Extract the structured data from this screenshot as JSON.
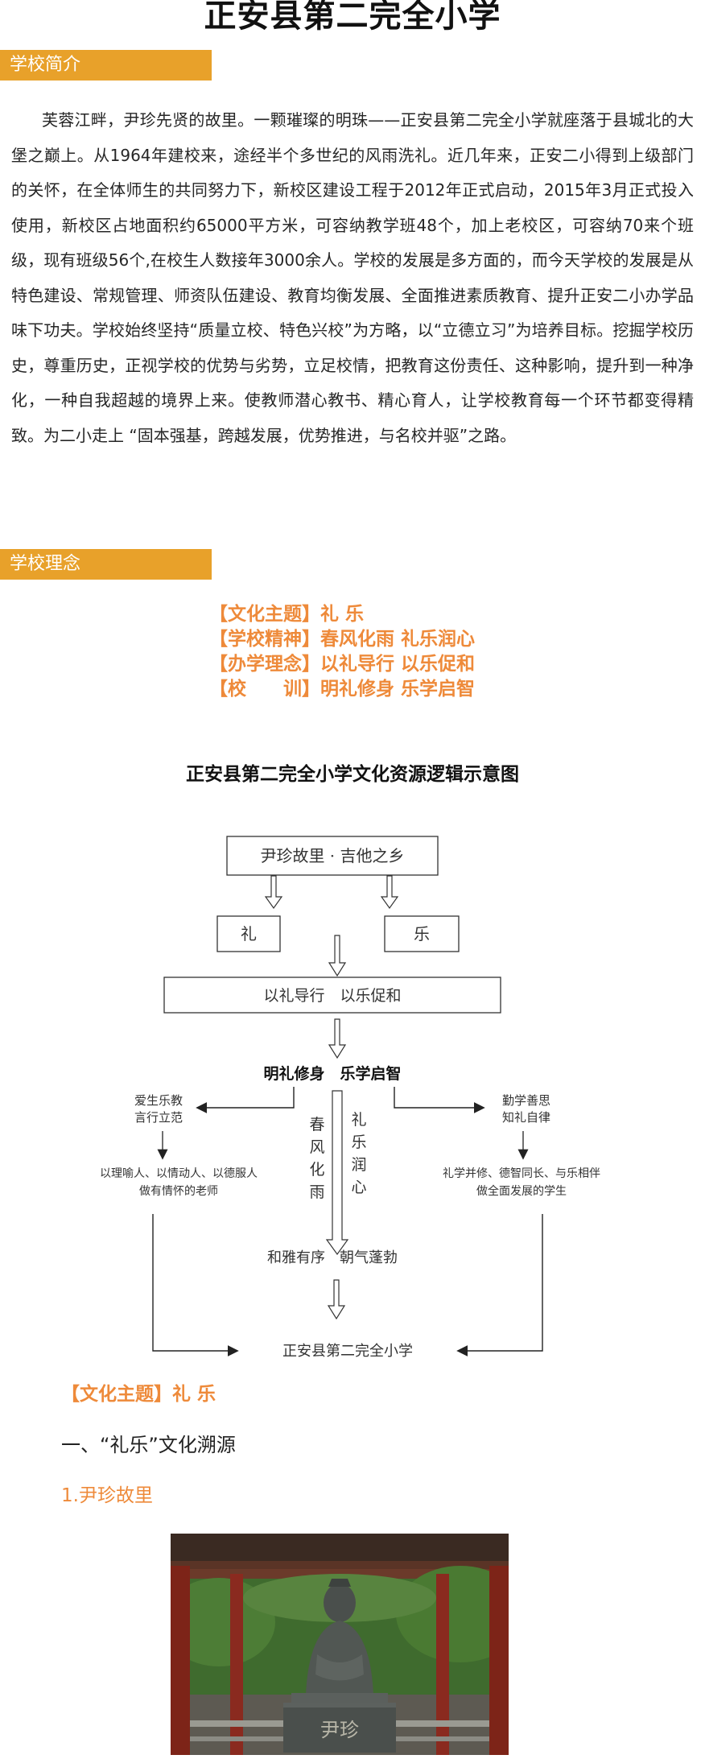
{
  "page_title": "正安县第二完全小学",
  "intro_section": {
    "heading": "学校简介",
    "paragraph": "芙蓉江畔，尹珍先贤的故里。一颗璀璨的明珠——正安县第二完全小学就座落于县城北的大堡之巅上。从1964年建校来，途经半个多世纪的风雨洗礼。近几年来，正安二小得到上级部门的关怀，在全体师生的共同努力下，新校区建设工程于2012年正式启动，2015年3月正式投入使用，新校区占地面积约65000平方米，可容纳教学班48个，加上老校区，可容纳70来个班级，现有班级56个,在校生人数接年3000余人。学校的发展是多方面的，而今天学校的发展是从特色建设、常规管理、师资队伍建设、教育均衡发展、全面推进素质教育、提升正安二小办学品味下功夫。学校始终坚持“质量立校、特色兴校”为方略，以“立德立习”为培养目标。挖掘学校历史，尊重历史，正视学校的优势与劣势，立足校情，把教育这份责任、这种影响，提升到一种净化，一种自我超越的境界上来。使教师潜心教书、精心育人，让学校教育每一个环节都变得精致。为二小走上 “固本强基，跨越发展，优势推进，与名校并驱”之路。"
  },
  "philosophy_section": {
    "heading": "学校理念",
    "mottos": [
      "【文化主题】礼 乐",
      "【学校精神】春风化雨 礼乐润心",
      "【办学理念】以礼导行 以乐促和",
      "【校　　训】明礼修身 乐学启智"
    ]
  },
  "diagram": {
    "title": "正安县第二完全小学文化资源逻辑示意图",
    "top_box": "尹珍故里 · 吉他之乡",
    "left_box": "礼",
    "right_box": "乐",
    "middle_box": "以礼导行　以乐促和",
    "motto_line": "明礼修身　乐学启智",
    "left_upper": [
      "爱生乐教",
      "言行立范"
    ],
    "left_lower": [
      "以理喻人、以情动人、以德服人",
      "做有情怀的老师"
    ],
    "right_upper": [
      "勤学善思",
      "知礼自律"
    ],
    "right_lower": [
      "礼学并修、德智同长、与乐相伴",
      "做全面发展的学生"
    ],
    "vertical_left": [
      "春",
      "风",
      "化",
      "雨"
    ],
    "vertical_right": [
      "礼",
      "乐",
      "润",
      "心"
    ],
    "harmony_line": "和雅有序　朝气蓬勃",
    "bottom_line": "正安县第二完全小学"
  },
  "culture_theme_heading": "【文化主题】礼 乐",
  "origin_heading": "一、“礼乐”文化溯源",
  "yinzhen_heading": "1.尹珍故里",
  "photo": {
    "statue_plaque": "尹珍",
    "colors": {
      "pillar": "#8a2a1f",
      "stone": "#4a4f4c",
      "foliage": "#3f6b2e"
    }
  },
  "colors": {
    "accent": "#e8a12a",
    "motto": "#ee8a3a"
  }
}
